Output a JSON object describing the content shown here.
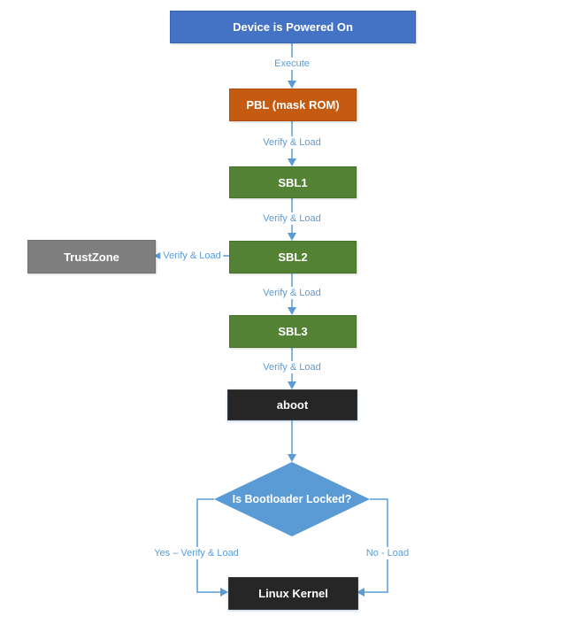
{
  "diagram": {
    "type": "flowchart",
    "topic": "Android secure boot chain",
    "colors": {
      "power_on_blue": "#4472C4",
      "pbl_orange": "#C55A11",
      "sbl_green": "#548235",
      "trustzone_gray": "#7F7F7F",
      "dark_node": "#262626",
      "decision_blue": "#5B9BD5",
      "connector_blue": "#5B9BD5",
      "node_text": "#ffffff",
      "background": "#ffffff"
    },
    "nodes": {
      "power_on": {
        "label": "Device is Powered On"
      },
      "pbl": {
        "label": "PBL (mask ROM)"
      },
      "sbl1": {
        "label": "SBL1"
      },
      "trustzone": {
        "label": "TrustZone"
      },
      "sbl2": {
        "label": "SBL2"
      },
      "sbl3": {
        "label": "SBL3"
      },
      "aboot": {
        "label": "aboot"
      },
      "decision": {
        "label": "Is Bootloader Locked?"
      },
      "linux_kernel": {
        "label": "Linux Kernel"
      }
    },
    "edges": {
      "power_to_pbl": {
        "label": "Execute"
      },
      "pbl_to_sbl1": {
        "label": "Verify & Load"
      },
      "sbl1_to_sbl2": {
        "label": "Verify & Load"
      },
      "sbl2_to_trustzone": {
        "label": "Verify & Load"
      },
      "sbl2_to_sbl3": {
        "label": "Verify & Load"
      },
      "sbl3_to_aboot": {
        "label": "Verify & Load"
      },
      "decision_yes": {
        "label": "Yes – Verify & Load"
      },
      "decision_no": {
        "label": "No - Load"
      }
    }
  }
}
